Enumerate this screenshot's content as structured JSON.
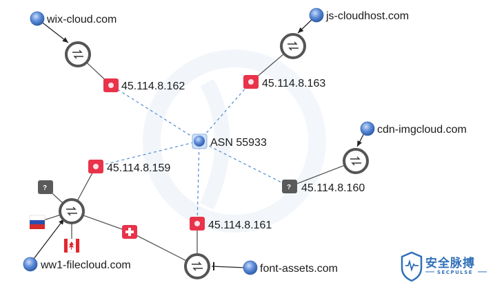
{
  "colors": {
    "edge_solid": "#555555",
    "edge_dashed": "#5b8fd6",
    "hk_flag": "#e8334a",
    "ch_flag": "#e8334a",
    "unknown_flag": "#5a5a5a",
    "globe": "#4a7fd0",
    "watermark": "#2f6fb8"
  },
  "nodes": {
    "asn": {
      "label": "ASN 55933",
      "icon": "asn-globe-icon"
    },
    "ip162": {
      "label": "45.114.8.162",
      "icon": "hong-kong-flag-icon"
    },
    "ip163": {
      "label": "45.114.8.163",
      "icon": "hong-kong-flag-icon"
    },
    "ip159": {
      "label": "45.114.8.159",
      "icon": "hong-kong-flag-icon"
    },
    "ip160": {
      "label": "45.114.8.160",
      "icon": "unknown-flag-icon"
    },
    "ip161": {
      "label": "45.114.8.161",
      "icon": "hong-kong-flag-icon"
    },
    "wix": {
      "label": "wix-cloud.com",
      "icon": "globe-icon"
    },
    "js": {
      "label": "js-cloudhost.com",
      "icon": "globe-icon"
    },
    "cdn": {
      "label": "cdn-imgcloud.com",
      "icon": "globe-icon"
    },
    "ww1": {
      "label": "ww1-filecloud.com",
      "icon": "globe-icon"
    },
    "font": {
      "label": "font-assets.com",
      "icon": "globe-icon"
    },
    "resolve_icon": "resolve-cycle-icon",
    "unknown_mark": "?"
  },
  "watermark": {
    "cn": "安全脉搏",
    "en": "SECPULSE",
    "icon": "shield-logo-icon"
  }
}
